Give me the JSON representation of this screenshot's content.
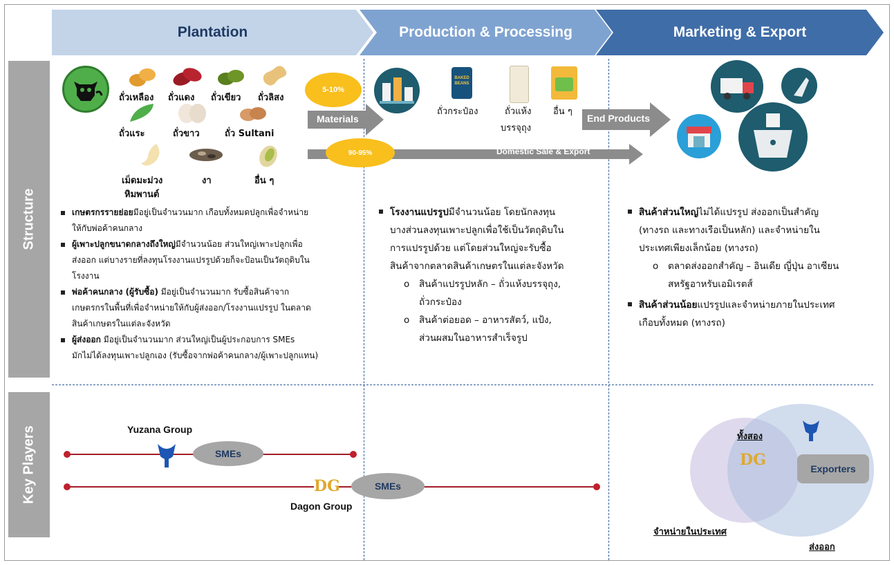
{
  "stages": [
    {
      "label": "Plantation",
      "color": "#c3d4e9",
      "text_color": "#1f3a63"
    },
    {
      "label": "Production & Processing",
      "color": "#7fa3d0",
      "text_color": "#ffffff"
    },
    {
      "label": "Marketing & Export",
      "color": "#3f6da8",
      "text_color": "#ffffff"
    }
  ],
  "sidebar": {
    "structure": "Structure",
    "key_players": "Key Players"
  },
  "plantation": {
    "beans": [
      "ถั่วเหลือง",
      "ถั่วแดง",
      "ถั่วเขียว",
      "ถั่วลิสง",
      "ถั่วแระ",
      "ถั่วขาว",
      "ถั่ว Sultani",
      "เม็ดมะม่วง",
      "หิมพานต์",
      "งา",
      "อื่น ๆ"
    ]
  },
  "flows": {
    "materials": "Materials",
    "materials_pct": "5-10%",
    "domestic": "Domestic Sale & Export",
    "domestic_pct": "90-95%",
    "end_products": "End Products"
  },
  "processing": {
    "products": [
      "ถั่วกระป๋อง",
      "ถั่วแห้ง",
      "บรรจุถุง",
      "อื่น ๆ"
    ],
    "can_label": "BAKED BEANS"
  },
  "structure": {
    "plantation_bullets": [
      {
        "bold": "เกษตรกรรายย่อย",
        "text": "มีอยู่เป็นจำนวนมาก เกือบทั้งหมดปลูกเพื่อจำหน่าย",
        "cont": "ให้กับพ่อค้าคนกลาง"
      },
      {
        "bold": "ผู้เพาะปลูกขนาดกลางถึงใหญ่",
        "text": "มีจำนวนน้อย ส่วนใหญ่เพาะปลูกเพื่อ",
        "cont": "ส่งออก แต่บางรายที่ลงทุนโรงงานแปรรูปด้วยก็จะป้อนเป็นวัตถุดิบใน",
        "cont2": "โรงงาน"
      },
      {
        "bold": "พ่อค้าคนกลาง (ผู้รับซื้อ)",
        "text": " มีอยู่เป็นจำนวนมาก รับซื้อสินค้าจาก",
        "cont": "เกษตรกรในพื้นที่เพื่อจำหน่ายให้กับผู้ส่งออก/โรงงานแปรรูป ในตลาด",
        "cont2": "สินค้าเกษตรในแต่ละจังหวัด"
      },
      {
        "bold": "ผู้ส่งออก",
        "text": " มีอยู่เป็นจำนวนมาก ส่วนใหญ่เป็นผู้ประกอบการ SMEs",
        "cont": "มักไม่ได้ลงทุนเพาะปลูกเอง (รับซื้อจากพ่อค้าคนกลาง/ผู้เพาะปลูกแทน)"
      }
    ],
    "processing": {
      "bold": "โรงงานแปรรูป",
      "lines": [
        "มีจำนวนน้อย โดยนักลงทุน",
        "บางส่วนลงทุนเพาะปลูกเพื่อใช้เป็นวัตถุดิบใน",
        "การแปรรูปด้วย แต่โดยส่วนใหญ่จะรับซื้อ",
        "สินค้าจากตลาดสินค้าเกษตรในแต่ละจังหวัด"
      ],
      "sub1": [
        "สินค้าแปรรูปหลัก – ถั่วแห้งบรรจุถุง,",
        "ถั่วกระป๋อง"
      ],
      "sub2": [
        "สินค้าต่อยอด – อาหารสัตว์, แป้ง,",
        "ส่วนผสมในอาหารสำเร็จรูป"
      ]
    },
    "marketing": {
      "bold1": "สินค้าส่วนใหญ่",
      "lines1": [
        "ไม่ได้แปรรูป ส่งออกเป็นสำคัญ",
        "(ทางรถ และทางเรือเป็นหลัก) และจำหน่ายใน",
        "ประเทศเพียงเล็กน้อย (ทางรถ)"
      ],
      "sub": [
        "ตลาดส่งออกสำคัญ – อินเดีย ญี่ปุ่น อาเซียน",
        "สหรัฐอาหรับเอมิเรตส์"
      ],
      "bold2": "สินค้าส่วนน้อย",
      "lines2": [
        "แปรรูปและจำหน่ายภายในประเทศ",
        "เกือบทั้งหมด (ทางรถ)"
      ]
    }
  },
  "key_players": {
    "yuzana": "Yuzana Group",
    "dagon": "Dagon Group",
    "sme1": "SMEs",
    "sme2": "SMEs",
    "exporters": "Exporters",
    "both": "ทั้งสอง",
    "domestic": "จำหน่ายในประเทศ",
    "export": "ส่งออก",
    "dg": "DG"
  },
  "colors": {
    "yellow": "#f8bf1d",
    "arrow_grey": "#8c8c8c",
    "dash_blue": "#2f5b9a",
    "red_line": "#a31d28",
    "teal": "#1e5c6e",
    "green": "#4fae4a"
  }
}
